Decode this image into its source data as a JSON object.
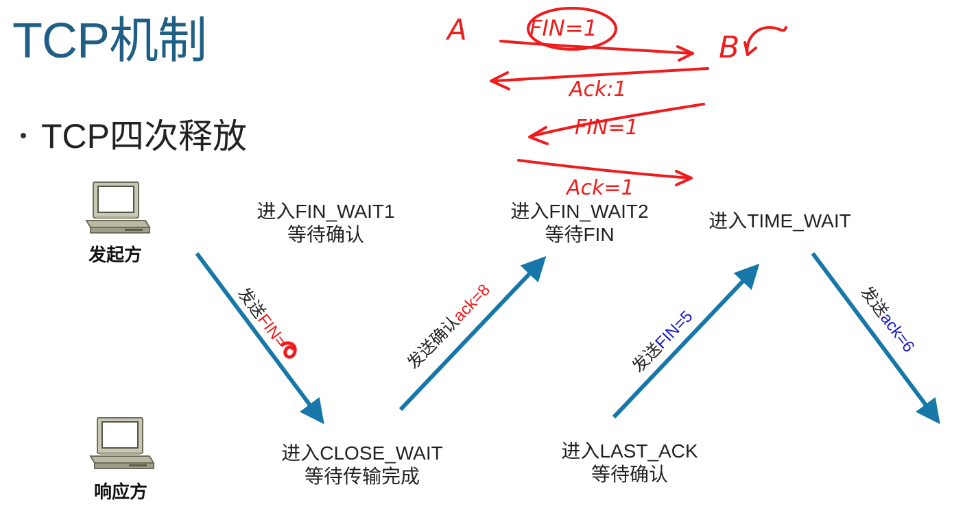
{
  "title": "TCP机制",
  "bullet": "TCP四次释放",
  "hosts": {
    "initiator": "发起方",
    "responder": "响应方"
  },
  "states": {
    "fin_wait1": {
      "line1": "进入FIN_WAIT1",
      "line2": "等待确认"
    },
    "fin_wait2": {
      "line1": "进入FIN_WAIT2",
      "line2": "等待FIN"
    },
    "time_wait": {
      "line1": "进入TIME_WAIT"
    },
    "close_wait": {
      "line1": "进入CLOSE_WAIT",
      "line2": "等待传输完成"
    },
    "last_ack": {
      "line1": "进入LAST_ACK",
      "line2": "等待确认"
    }
  },
  "arrows": {
    "a1": {
      "prefix": "发送",
      "value": "FIN="
    },
    "a2": {
      "prefix": "发送确认",
      "value": "ack=8"
    },
    "a3": {
      "prefix": "发送",
      "value": "FIN=5"
    },
    "a4": {
      "prefix": "发送",
      "value": "ack=6"
    }
  },
  "handwriting": {
    "a": "A",
    "b": "B",
    "fin1": "FIN=1",
    "ack1": "Ack:1",
    "fin2": "FIN=1",
    "ack2": "Ack=1"
  },
  "colors": {
    "title": "#1f5f85",
    "arrow": "#1677a8",
    "red": "#ee1c1c",
    "blue": "#1a1acc",
    "ink": "#ee1c1c"
  }
}
